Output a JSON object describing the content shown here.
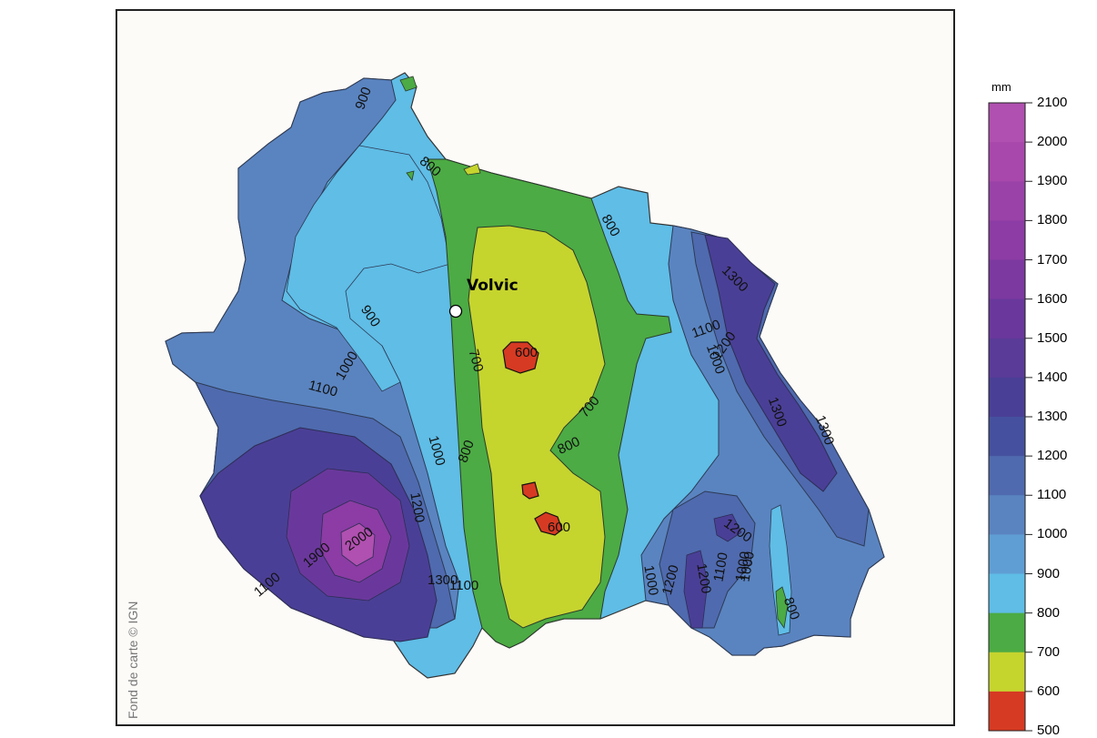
{
  "map": {
    "city": "Volvic",
    "credit": "Fond de carte © IGN",
    "contour_labels": [
      "900",
      "800",
      "800",
      "900",
      "1000",
      "1100",
      "700",
      "600",
      "700",
      "800",
      "800",
      "1000",
      "600",
      "1300",
      "1100",
      "1200",
      "1000",
      "1300",
      "1300",
      "1200",
      "1100",
      "1000",
      "1000",
      "1200",
      "1200",
      "1100",
      "1000",
      "800",
      "1200",
      "1300",
      "1100",
      "2000",
      "1900"
    ]
  },
  "legend": {
    "unit": "mm",
    "ticks": [
      "2100",
      "2000",
      "1900",
      "1800",
      "1700",
      "1600",
      "1500",
      "1400",
      "1300",
      "1200",
      "1100",
      "1000",
      "900",
      "800",
      "700",
      "600",
      "500"
    ],
    "colors": [
      "#b050b0",
      "#a848ac",
      "#9a42a8",
      "#8c3ca4",
      "#7c39a0",
      "#6a389c",
      "#5a3b98",
      "#4a3f96",
      "#45519e",
      "#4f6aae",
      "#5a84c0",
      "#5f9ed4",
      "#5fbde6",
      "#4cab44",
      "#c6d42e",
      "#d63a23"
    ]
  }
}
